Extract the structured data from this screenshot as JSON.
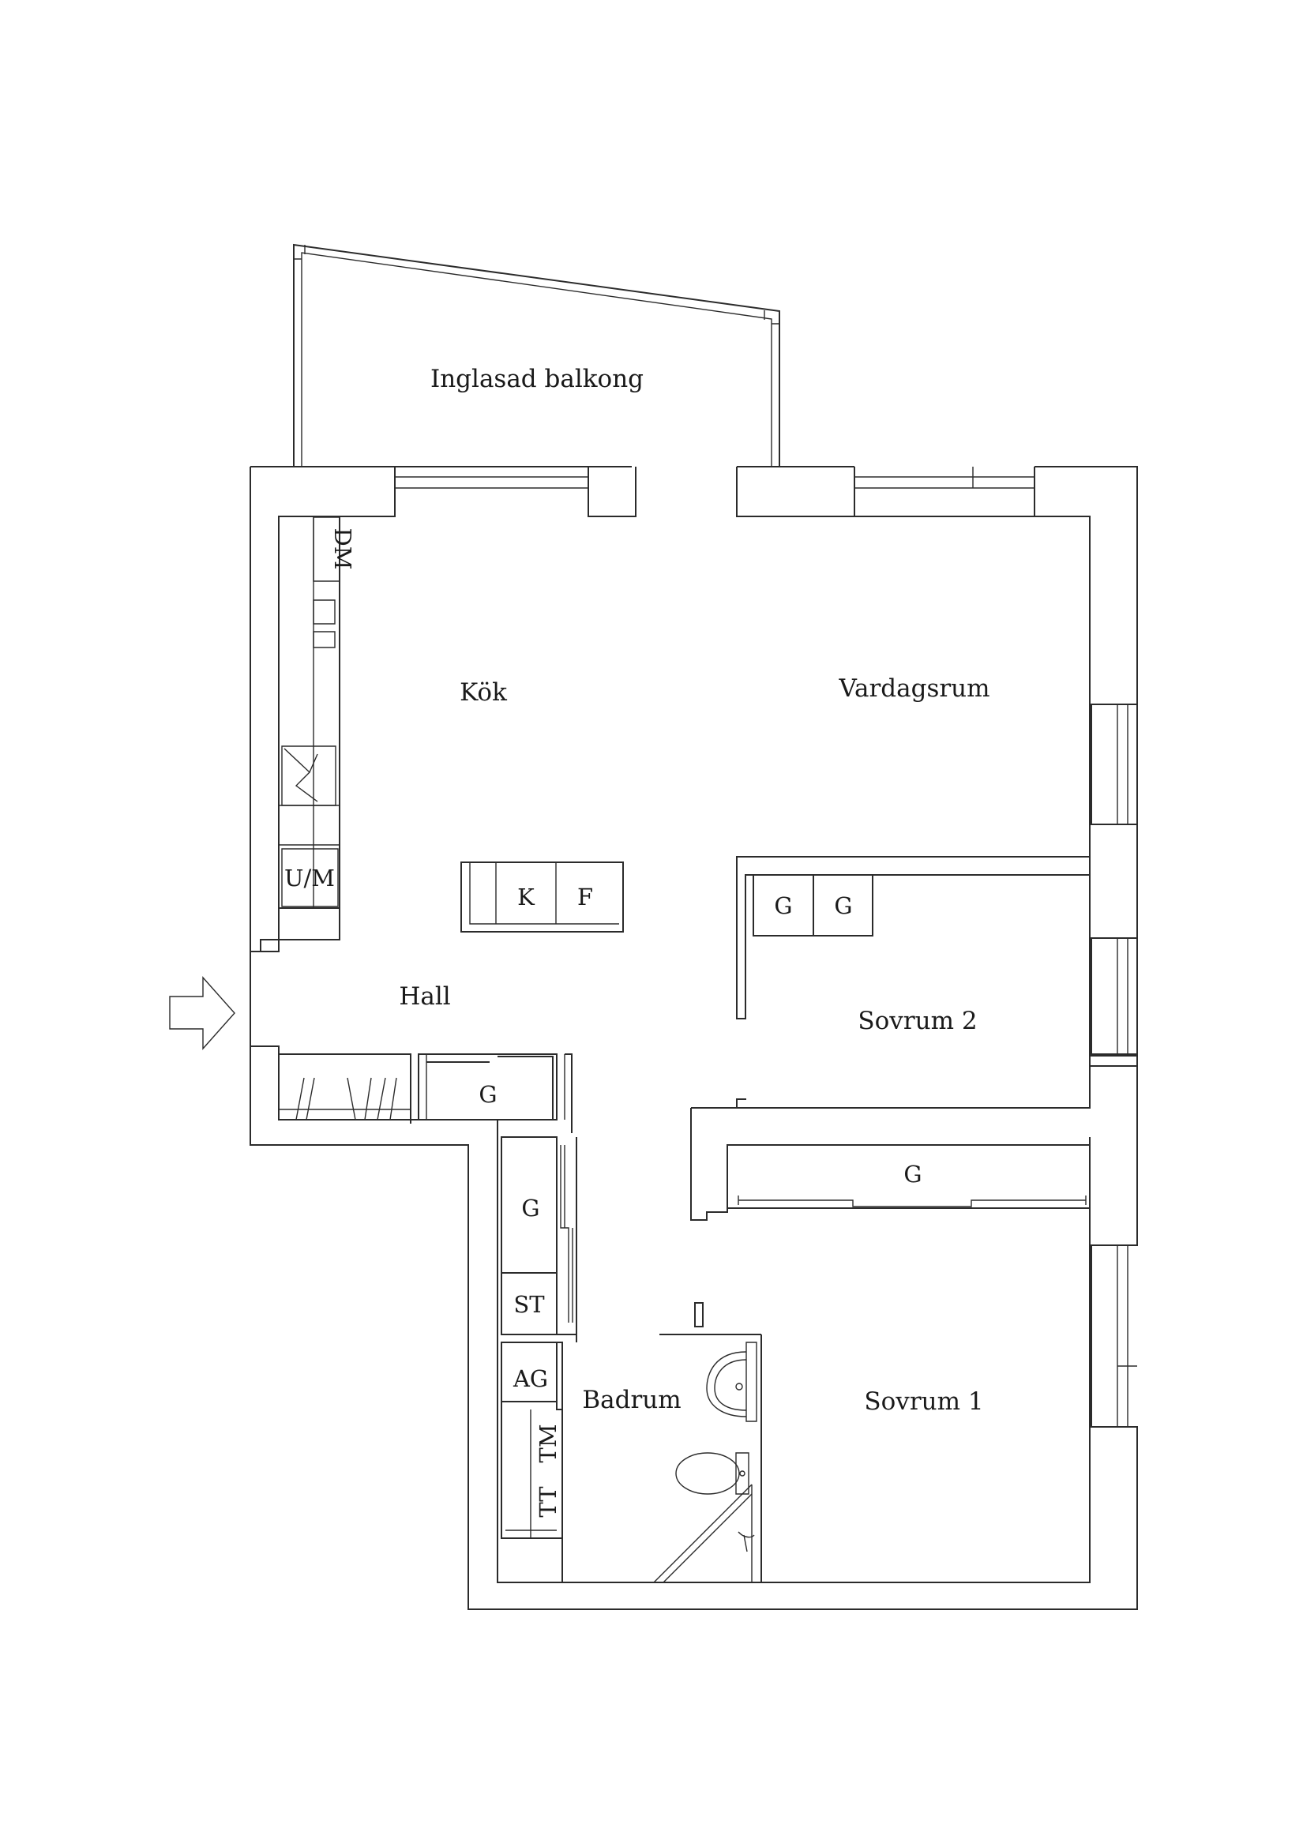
{
  "rooms": {
    "balcony": "Inglasad balkong",
    "kitchen": "Kök",
    "living": "Vardagsrum",
    "hall": "Hall",
    "bedroom2": "Sovrum 2",
    "bathroom": "Badrum",
    "bedroom1": "Sovrum 1"
  },
  "fixtures": {
    "dishwasher": "DM",
    "oven_microwave": "U/M",
    "fridge": "K",
    "freezer": "F",
    "wardrobe": "G",
    "cleaning_closet": "ST",
    "washing_machine": "TM",
    "dryer": "TT",
    "ventilation": "AG"
  },
  "icons": {
    "entrance": "entrance-arrow-icon",
    "stove": "stove-icon",
    "sink": "sink-icon",
    "toilet": "toilet-icon",
    "shower": "shower-icon"
  },
  "colors": {
    "line": "#2b2b2b",
    "background": "#ffffff"
  }
}
